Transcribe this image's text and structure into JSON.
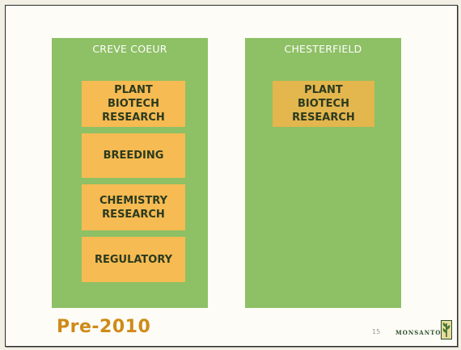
{
  "colors": {
    "panel_green": "#8ec065",
    "box_orange": "#f6bb52",
    "title_orange": "#cf8a18",
    "logo_green": "#2c4f2a"
  },
  "left_panel": {
    "title": "CREVE COEUR",
    "boxes": [
      {
        "label": "PLANT\nBIOTECH\nRESEARCH"
      },
      {
        "label": "BREEDING"
      },
      {
        "label": "CHEMISTRY\nRESEARCH"
      },
      {
        "label": "REGULATORY"
      }
    ]
  },
  "right_panel": {
    "title": "CHESTERFIELD",
    "boxes": [
      {
        "label": "PLANT\nBIOTECH\nRESEARCH"
      }
    ]
  },
  "footer": {
    "period": "Pre-2010",
    "page_number": "15",
    "logo_text": "MONSANTO",
    "logo_icon": "monsanto-leaf-icon"
  }
}
